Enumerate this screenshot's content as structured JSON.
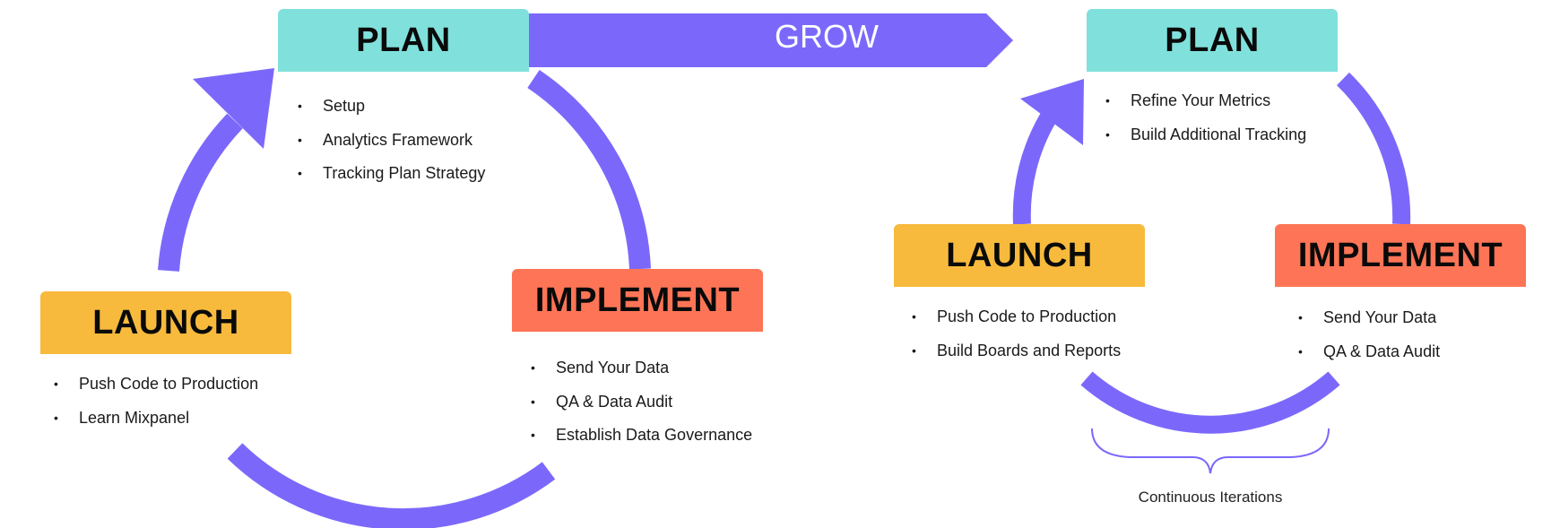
{
  "colors": {
    "arrow": "#7b68fb",
    "plan": "#80e1dc",
    "launch": "#f7ba3c",
    "implement": "#fd7556",
    "brace": "#7b68fb"
  },
  "grow": {
    "label": "GROW"
  },
  "cycle_left": {
    "plan": {
      "title": "PLAN",
      "items": [
        "Setup",
        "Analytics Framework",
        "Tracking Plan Strategy"
      ]
    },
    "implement": {
      "title": "IMPLEMENT",
      "items": [
        "Send Your Data",
        "QA & Data Audit",
        "Establish Data Governance"
      ]
    },
    "launch": {
      "title": "LAUNCH",
      "items": [
        "Push Code to Production",
        "Learn Mixpanel"
      ]
    }
  },
  "cycle_right": {
    "plan": {
      "title": "PLAN",
      "items": [
        "Refine Your Metrics",
        "Build Additional Tracking"
      ]
    },
    "implement": {
      "title": "IMPLEMENT",
      "items": [
        "Send Your Data",
        "QA & Data Audit"
      ]
    },
    "launch": {
      "title": "LAUNCH",
      "items": [
        "Push Code to Production",
        "Build Boards and Reports"
      ]
    }
  },
  "continuous": {
    "label": "Continuous Iterations"
  }
}
